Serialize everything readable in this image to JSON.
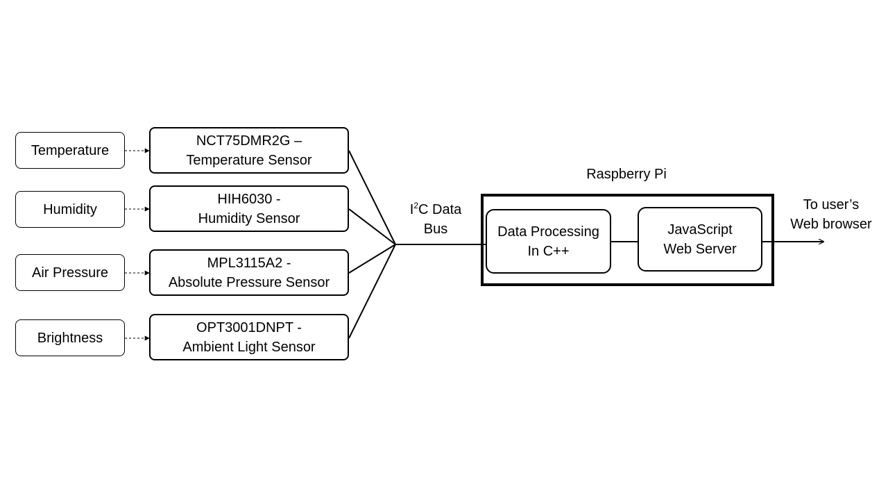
{
  "quantities": [
    "Temperature",
    "Humidity",
    "Air Pressure",
    "Brightness"
  ],
  "sensors": [
    {
      "line1": "NCT75DMR2G –",
      "line2": "Temperature Sensor"
    },
    {
      "line1": "HIH6030 -",
      "line2": "Humidity Sensor"
    },
    {
      "line1": "MPL3115A2 -",
      "line2": "Absolute Pressure Sensor"
    },
    {
      "line1": "OPT3001DNPT -",
      "line2": "Ambient Light Sensor"
    }
  ],
  "bus": {
    "letter": "I",
    "superscript": "2",
    "line1_rest": "C Data",
    "line2": "Bus"
  },
  "raspberry_pi": {
    "title": "Raspberry Pi",
    "processing": {
      "line1": "Data Processing",
      "line2": "In C++"
    },
    "server": {
      "line1": "JavaScript",
      "line2": "Web Server"
    }
  },
  "output": {
    "line1": "To user’s",
    "line2": "Web browser"
  }
}
